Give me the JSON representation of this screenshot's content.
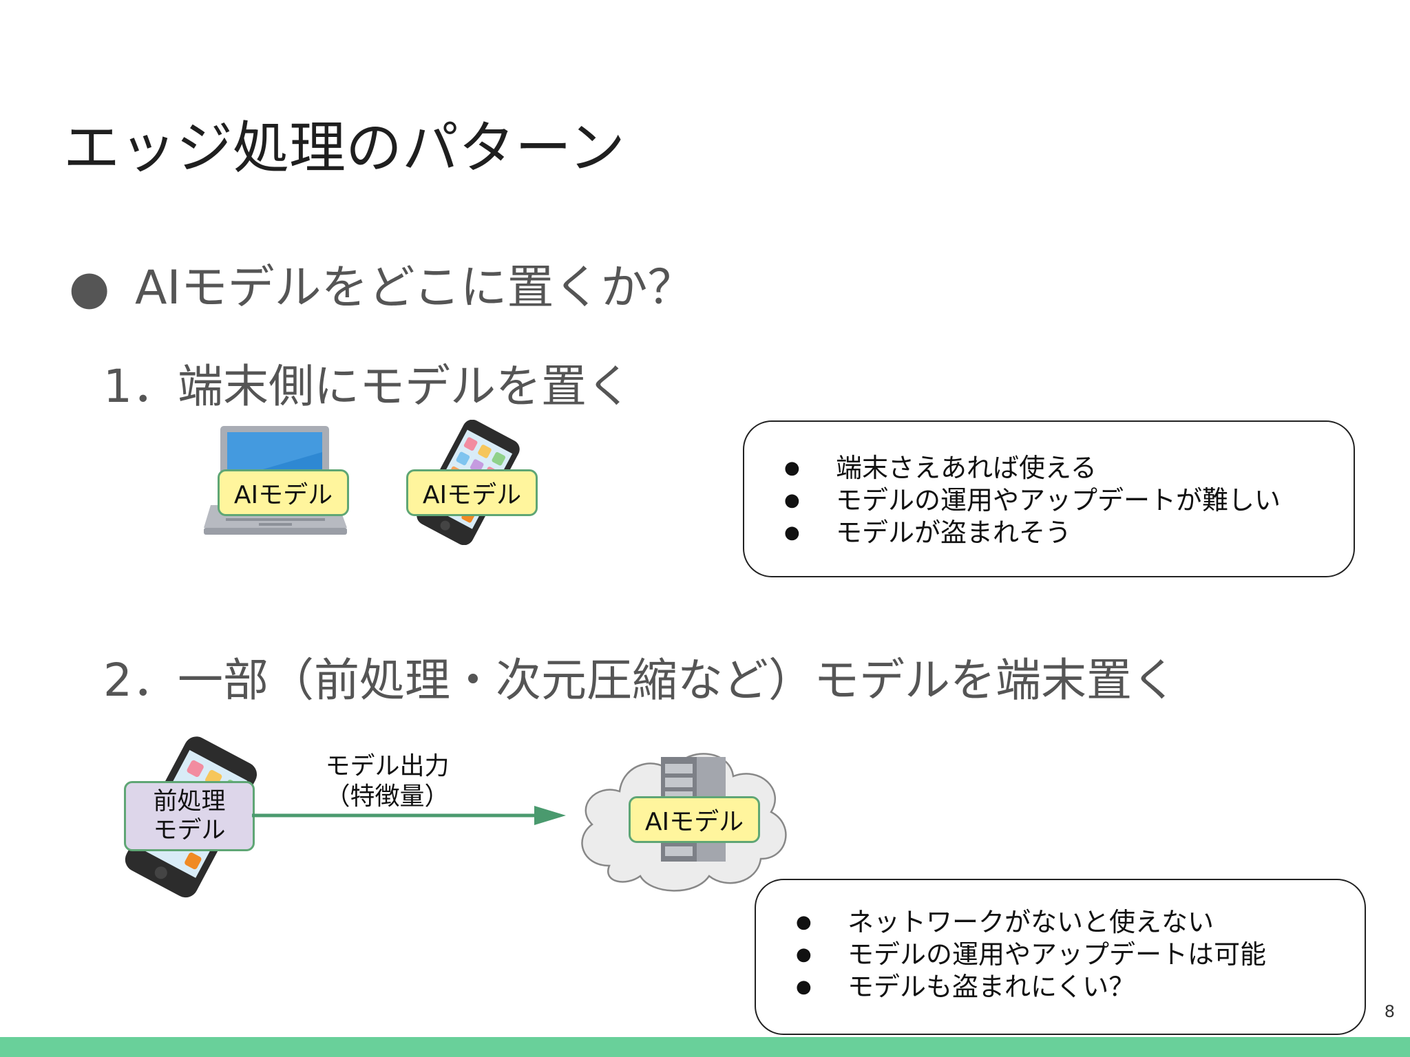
{
  "slide": {
    "title": "エッジ処理のパターン",
    "question": "AIモデルをどこに置くか？",
    "item1": "1．端末側にモデルを置く",
    "item2": "2．一部（前処理・次元圧縮など）モデルを端末置く",
    "page_number": "8"
  },
  "pattern1": {
    "laptop_label": "AIモデル",
    "phone_label": "AIモデル",
    "notes": [
      "端末さえあれば使える",
      "モデルの運用やアップデートが難しい",
      "モデルが盗まれそう"
    ]
  },
  "pattern2": {
    "phone_label_line1": "前処理",
    "phone_label_line2": "モデル",
    "arrow_label_line1": "モデル出力",
    "arrow_label_line2": "（特徴量）",
    "cloud_label": "AIモデル",
    "notes": [
      "ネットワークがないと使えない",
      "モデルの運用やアップデートは可能",
      "モデルも盗まれにくい？"
    ]
  },
  "colors": {
    "footer": "#69d09a",
    "label_yellow": "#fff59d",
    "label_purple": "#ddd6ea",
    "label_border": "#5fa675",
    "arrow": "#4a9a6e"
  },
  "bullet_glyph": "●"
}
